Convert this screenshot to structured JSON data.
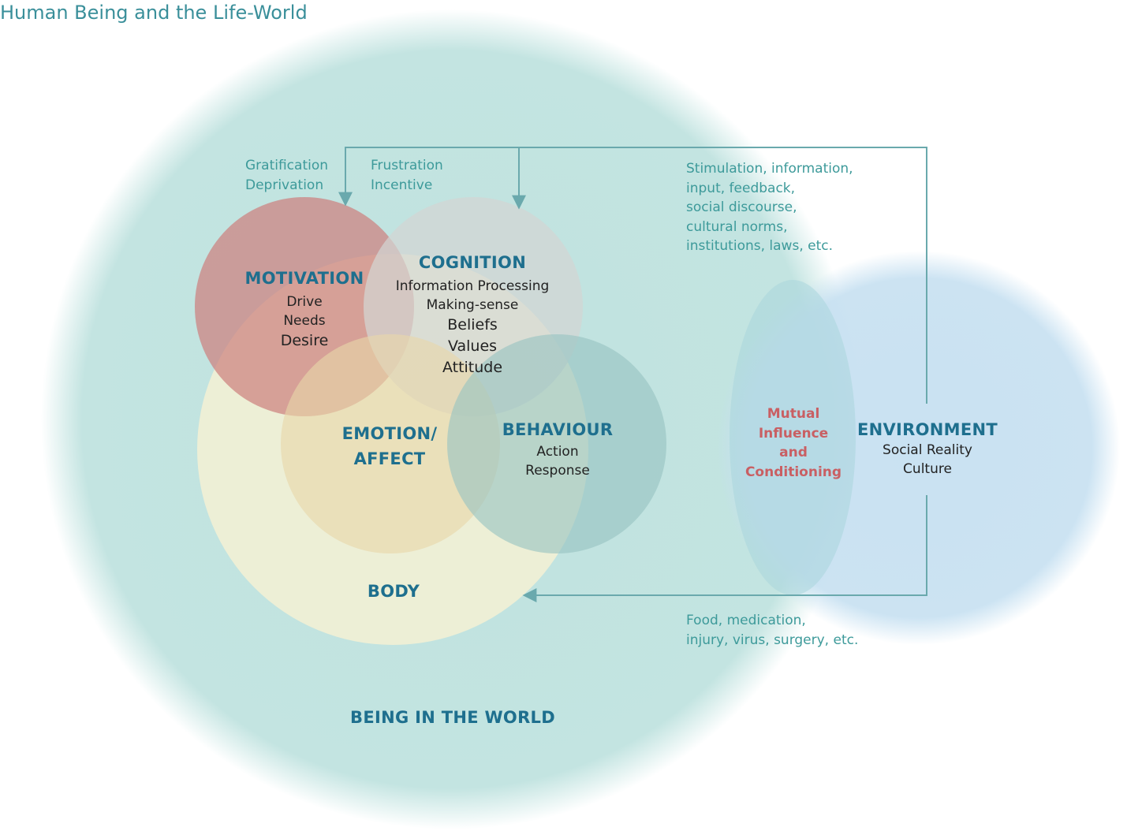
{
  "title": "Human Being and  the Life-World",
  "colors": {
    "world": "#bfe2df",
    "environment": "#c3def0",
    "body": "#f0efd2",
    "motivation": "#cf8a84",
    "cognition": "#cbd6d6",
    "emotion": "#e8dab3",
    "behaviour": "#9cc5c3",
    "heading": "#1e6f8e",
    "note": "#3d9a9a",
    "mutual": "#c95f63",
    "arrow": "#6aa9ad"
  },
  "motivation": {
    "heading": "MOTIVATION",
    "items": [
      "Drive",
      "Needs",
      "Desire"
    ]
  },
  "cognition": {
    "heading": "COGNITION",
    "items": [
      "Information Processing",
      "Making-sense",
      "Beliefs",
      "Values",
      "Attitude"
    ]
  },
  "emotion": {
    "heading_line1": "EMOTION/",
    "heading_line2": "AFFECT"
  },
  "behaviour": {
    "heading": "BEHAVIOUR",
    "items": [
      "Action",
      "Response"
    ]
  },
  "body": {
    "heading": "BODY"
  },
  "world": {
    "heading": "BEING IN THE WORLD"
  },
  "environment": {
    "heading": "ENVIRONMENT",
    "items": [
      "Social Reality",
      "Culture"
    ]
  },
  "mutual": [
    "Mutual",
    "Influence",
    "and",
    "Conditioning"
  ],
  "labels": {
    "gratification": [
      "Gratification",
      "Deprivation"
    ],
    "frustration": [
      "Frustration",
      "Incentive"
    ],
    "stimulation": [
      "Stimulation, information,",
      "input, feedback,",
      "social discourse,",
      "cultural norms,",
      "institutions, laws, etc."
    ],
    "food": [
      "Food, medication,",
      "injury, virus, surgery, etc."
    ]
  }
}
